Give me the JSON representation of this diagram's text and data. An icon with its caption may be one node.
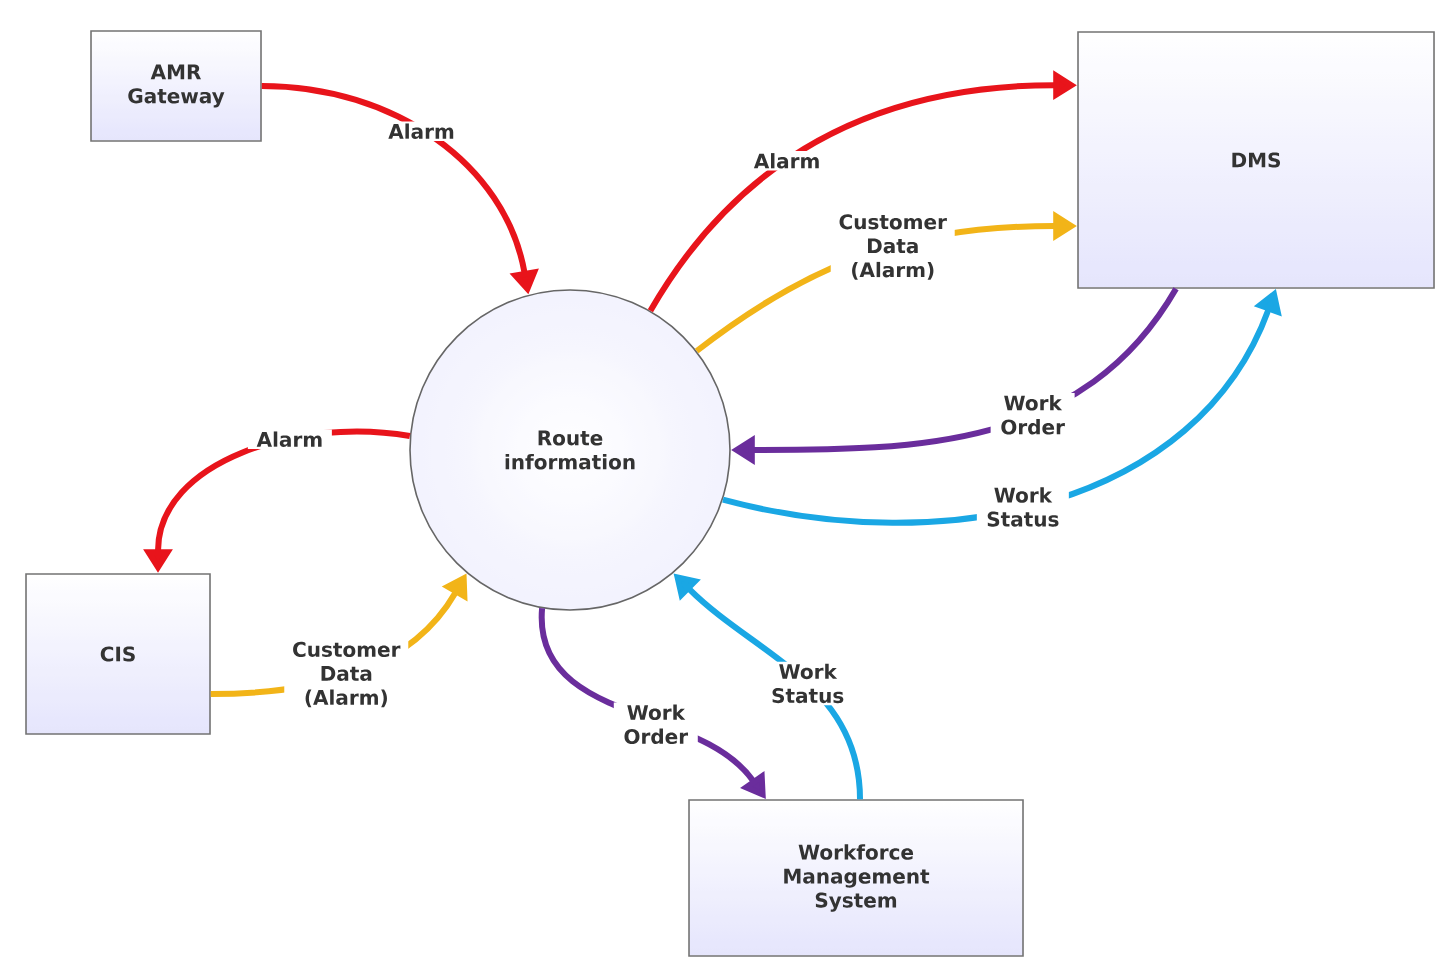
{
  "diagram": {
    "nodes": [
      {
        "text": [
          "AMR Gateway"
        ]
      },
      {
        "text": [
          "DMS"
        ]
      },
      {
        "text": [
          "Route information"
        ]
      },
      {
        "text": [
          "CIS"
        ]
      },
      {
        "text": [
          "Workforce Management System"
        ]
      }
    ],
    "edges": [
      {
        "from": 0,
        "to": 2,
        "arrow": "to",
        "label": "Alarm",
        "color": "#e8141b"
      },
      {
        "from": 2,
        "to": 1,
        "arrow": "to",
        "label": "Alarm",
        "color": "#e8141b"
      },
      {
        "from": 2,
        "to": 1,
        "arrow": "to",
        "label": "Customer Data (Alarm)",
        "color": "#f2b418"
      },
      {
        "from": 1,
        "to": 2,
        "arrow": "to",
        "label": "Work Order",
        "color": "#6a2d9c"
      },
      {
        "from": 2,
        "to": 1,
        "arrow": "to",
        "label": "Work Status",
        "color": "#1aa7e4"
      },
      {
        "from": 2,
        "to": 3,
        "arrow": "to",
        "label": "Alarm",
        "color": "#e8141b"
      },
      {
        "from": 3,
        "to": 2,
        "arrow": "to",
        "label": "Customer Data (Alarm)",
        "color": "#f2b418"
      },
      {
        "from": 2,
        "to": 4,
        "arrow": "to",
        "label": "Work Order",
        "color": "#6a2d9c"
      },
      {
        "from": 4,
        "to": 2,
        "arrow": "to",
        "label": "Work Status",
        "color": "#1aa7e4"
      }
    ]
  }
}
